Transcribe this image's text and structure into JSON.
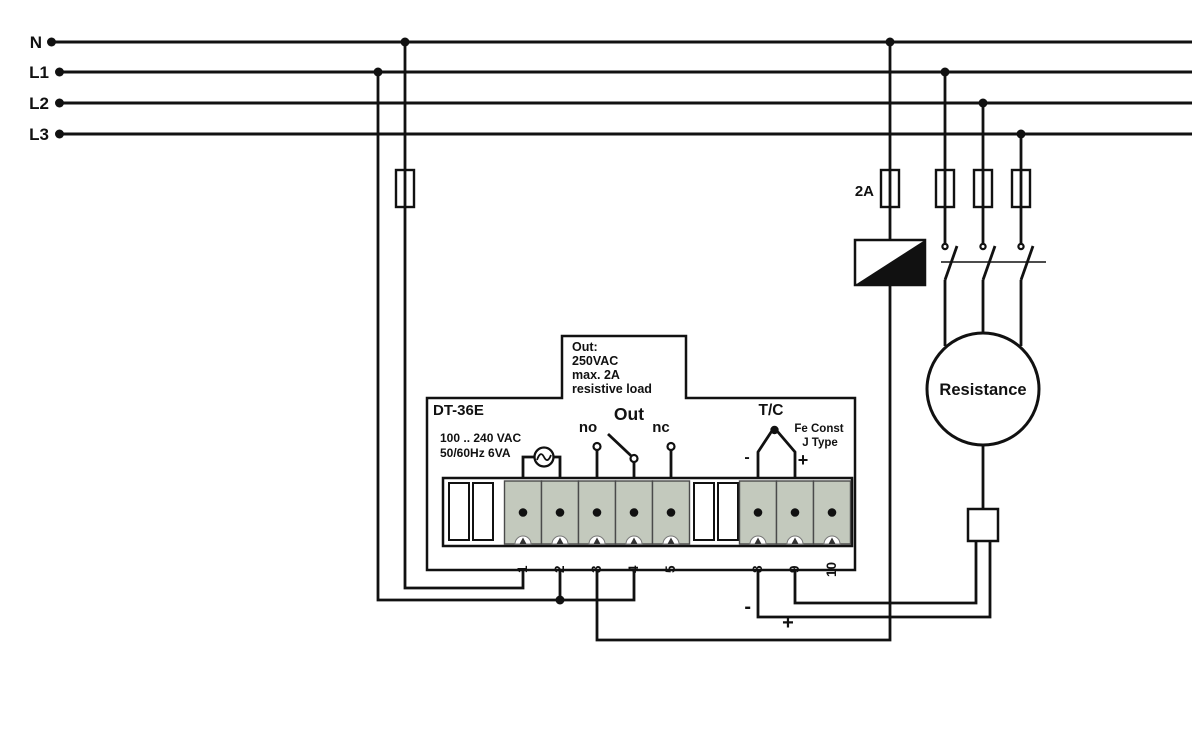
{
  "diagram_type": "electrical wiring schematic",
  "power_rails": {
    "n": "N",
    "l1": "L1",
    "l2": "L2",
    "l3": "L3"
  },
  "contactor": {
    "fuse_label": "2A"
  },
  "load": {
    "label": "Resistance"
  },
  "out_note": {
    "line1": "Out:",
    "line2": "250VAC",
    "line3": "max. 2A",
    "line4": "resistive load"
  },
  "device": {
    "model": "DT-36E",
    "supply_rating_1": "100 .. 240 VAC",
    "supply_rating_2": "50/60Hz 6VA",
    "relay": {
      "no_label": "no",
      "out_label": "Out",
      "nc_label": "nc"
    },
    "tc": {
      "label": "T/C",
      "type_line1": "Fe Const",
      "type_line2": "J Type",
      "neg": "-",
      "pos": "+"
    },
    "terminals": {
      "t1": "1",
      "t2": "2",
      "t3": "3",
      "t4": "4",
      "t5": "5",
      "t8": "8",
      "t9": "9",
      "t10": "10"
    }
  },
  "sensor_leads": {
    "neg": "-",
    "pos": "+"
  },
  "colors": {
    "terminal_block": "#c3c9bd",
    "wire": "#111111",
    "background": "#ffffff"
  }
}
